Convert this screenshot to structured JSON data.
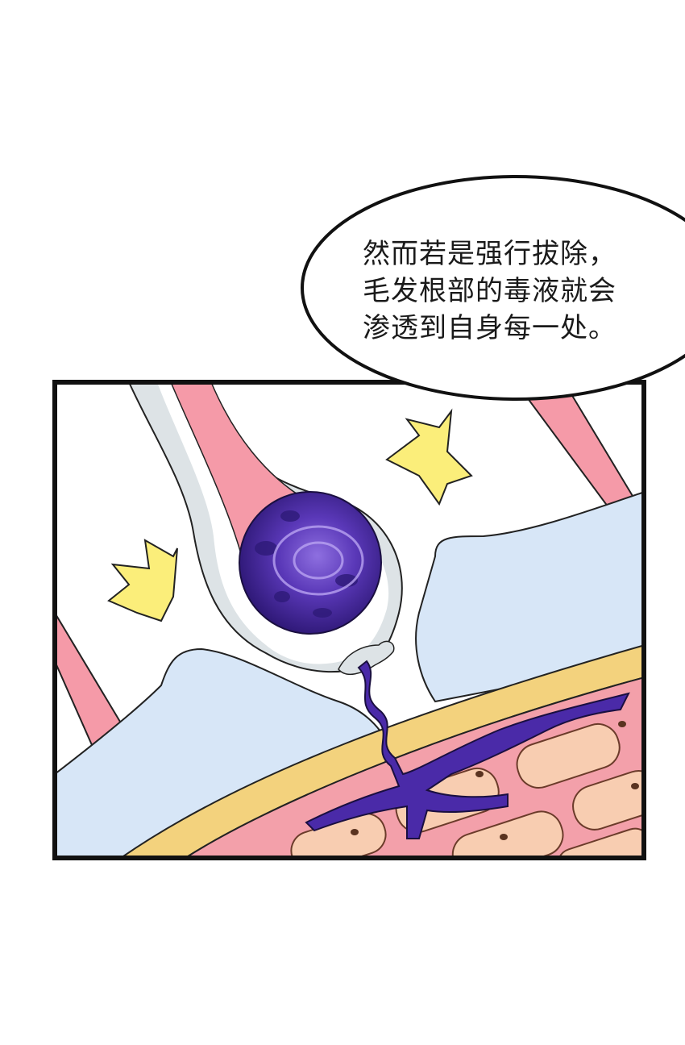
{
  "speech_bubble": {
    "lines": [
      "然而若是强行拔除，",
      "毛发根部的毒液就会",
      "渗透到自身每一处。"
    ]
  },
  "colors": {
    "panel_border": "#111111",
    "hair_shaft": "#f59aa8",
    "follicle_sheath": "#dde3e6",
    "dermis": "#d7e6f7",
    "epidermis_layer": "#f3d27d",
    "skin_cells": "#f8cdb1",
    "poison_orb": "#4b2ea3",
    "poison_liquid": "#4a2aa8",
    "impact_marks": "#fbee7a"
  },
  "icons": [
    "impact-spark-icon"
  ]
}
